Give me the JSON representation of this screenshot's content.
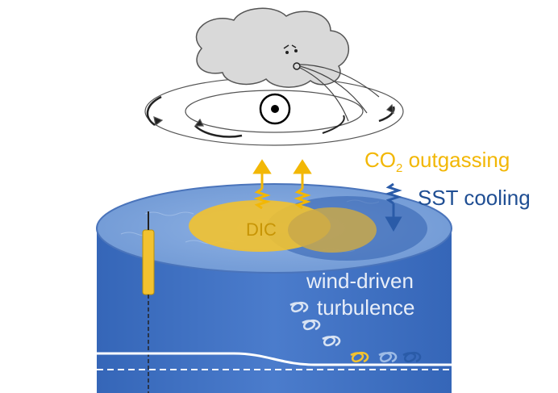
{
  "labels": {
    "co2_main": "CO",
    "co2_subscript": "2",
    "co2_suffix": " outgassing",
    "sst": "SST cooling",
    "dic": "DIC",
    "wind_line1": "wind-driven",
    "wind_line2": "turbulence"
  },
  "icons": [
    "cloud-face-icon",
    "storm-rotation-icon",
    "cyclone-center-icon",
    "mooring-sensor-icon",
    "upward-arrow-icon",
    "downward-arrow-icon",
    "turbulence-swirl-icon"
  ],
  "colors": {
    "ocean_body": "#3f6fc0",
    "ocean_surface": "#7fa6dc",
    "dic_patch": "#f2c230",
    "co2_arrow": "#f2b705",
    "sst_arrow": "#2a5ba8",
    "mixed_layer_line": "#ffffff"
  }
}
